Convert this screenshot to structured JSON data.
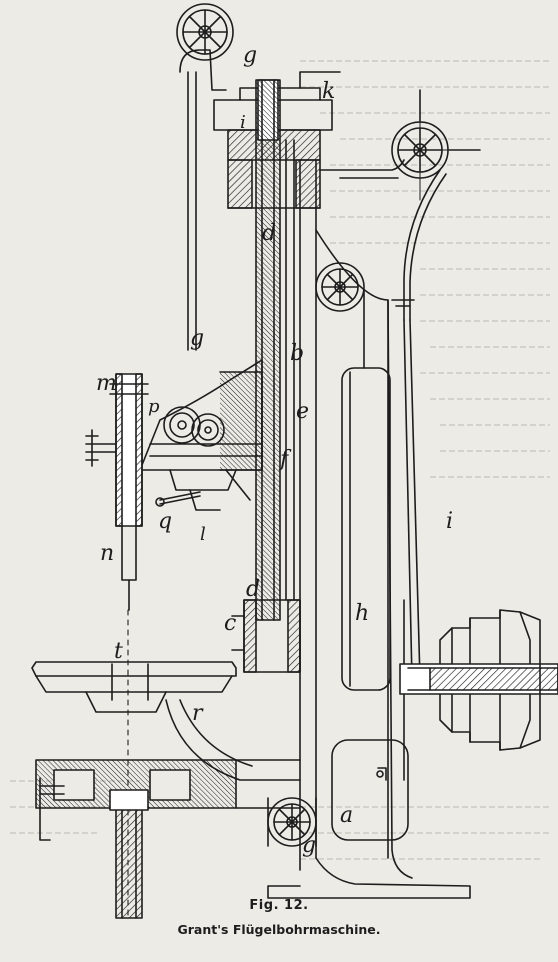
{
  "figure": {
    "number": "Fig. 12.",
    "title": "Grant's Flügelbohrmaschine."
  },
  "labels": {
    "g": "g",
    "k": "k",
    "i": "i",
    "d": "d",
    "b": "b",
    "e": "e",
    "m": "m",
    "p": "p",
    "f": "f",
    "l": "l",
    "q": "q",
    "n": "n",
    "c": "c",
    "h": "h",
    "t": "t",
    "r": "r",
    "a": "a"
  },
  "colors": {
    "paper": "#ecebe6",
    "ink": "#1d1d1d",
    "bleed_through": "#c7c6c0"
  }
}
